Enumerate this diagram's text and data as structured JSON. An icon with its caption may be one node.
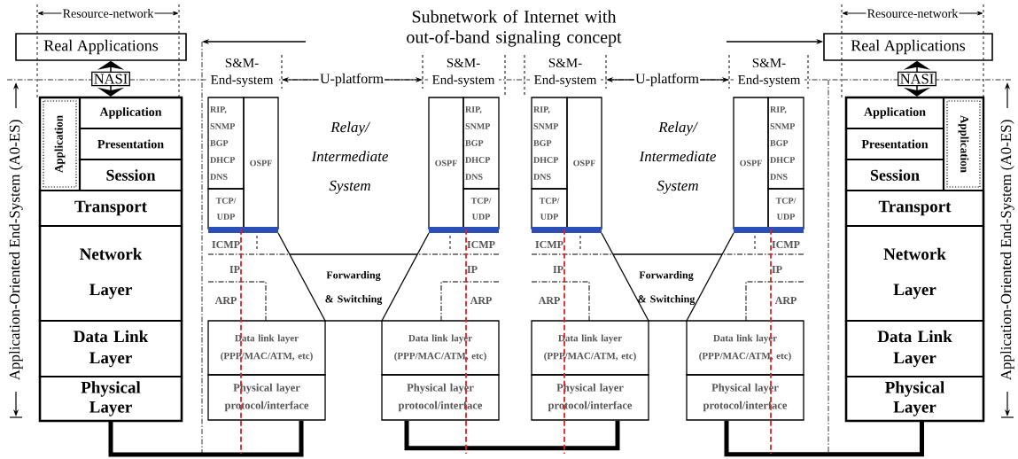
{
  "diagram": {
    "title": "Subnetwork of Internet with out-of-band signaling concept",
    "nodes": [
      {
        "text": [
          "Real Applications"
        ]
      },
      {
        "text": [
          "Application"
        ]
      },
      {
        "text": [
          "Application"
        ]
      },
      {
        "text": [
          "Presentation"
        ]
      },
      {
        "text": [
          "Session"
        ]
      },
      {
        "text": [
          "Transport"
        ]
      },
      {
        "text": [
          "Network Layer"
        ]
      },
      {
        "text": [
          "Data Link Layer"
        ]
      },
      {
        "text": [
          "Physical Layer"
        ]
      },
      {
        "text": [
          "RIP, SNMP BGP DHCP DNS"
        ]
      },
      {
        "text": [
          "OSPF"
        ]
      },
      {
        "text": [
          "TCP/ UDP"
        ]
      },
      {
        "text": [
          "Data link layer (PPP/MAC/ATM, etc)"
        ]
      },
      {
        "text": [
          "Physical layer protocol/interface"
        ]
      },
      {
        "text": [
          "OSPF"
        ]
      },
      {
        "text": [
          "RIP, SNMP BGP DHCP DNS"
        ]
      },
      {
        "text": [
          "TCP/ UDP"
        ]
      },
      {
        "text": [
          "Data link layer (PPP/MAC/ATM, etc)"
        ]
      },
      {
        "text": [
          "Physical layer protocol/interface"
        ]
      },
      {
        "text": [
          "RIP, SNMP BGP DHCP DNS"
        ]
      },
      {
        "text": [
          "OSPF"
        ]
      },
      {
        "text": [
          "TCP/ UDP"
        ]
      },
      {
        "text": [
          "Data link layer (PPP/MAC/ATM, etc)"
        ]
      },
      {
        "text": [
          "Physical layer protocol/interface"
        ]
      },
      {
        "text": [
          "OSPF"
        ]
      },
      {
        "text": [
          "RIP, SNMP BGP DHCP DNS"
        ]
      },
      {
        "text": [
          "TCP/ UDP"
        ]
      },
      {
        "text": [
          "Data link layer (PPP/MAC/ATM, etc)"
        ]
      },
      {
        "text": [
          "Physical layer protocol/interface"
        ]
      },
      {
        "text": [
          "Real Applications"
        ]
      },
      {
        "text": [
          "Application"
        ]
      },
      {
        "text": [
          "Presentation"
        ]
      },
      {
        "text": [
          "Session"
        ]
      },
      {
        "text": [
          "Application"
        ]
      },
      {
        "text": [
          "Transport"
        ]
      },
      {
        "text": [
          "Network Layer"
        ]
      },
      {
        "text": [
          "Data Link Layer"
        ]
      },
      {
        "text": [
          "Physical Layer"
        ]
      }
    ],
    "edges": [
      {
        "from": 8,
        "to": 13,
        "arrow": "none",
        "style": "thick"
      },
      {
        "from": 18,
        "to": 23,
        "arrow": "none",
        "style": "thick"
      },
      {
        "from": 28,
        "to": 37,
        "arrow": "none",
        "style": "thick"
      },
      {
        "from": null,
        "to": 29,
        "arrow": "to"
      },
      {
        "from": 0,
        "to": 2,
        "arrow": "both",
        "label": "NASI"
      },
      {
        "from": 29,
        "to": 30,
        "arrow": "both",
        "label": "NASI"
      },
      {
        "from": 11,
        "to": null,
        "arrow": "none",
        "style": "dashed",
        "color": "#e02020"
      },
      {
        "from": 16,
        "to": null,
        "arrow": "none",
        "style": "dashed",
        "color": "#e02020"
      },
      {
        "from": 21,
        "to": null,
        "arrow": "none",
        "style": "dashed",
        "color": "#e02020"
      },
      {
        "from": 26,
        "to": null,
        "arrow": "none",
        "style": "dashed",
        "color": "#e02020"
      }
    ],
    "labels": [
      "Resource-network",
      "Resource-network",
      "S&M- End-system",
      "S&M- End-system",
      "S&M- End-system",
      "S&M- End-system",
      "U-platform",
      "U-platform",
      "Application-Oriented End-System (A0-ES)",
      "Application-Oriented End-System (A0-ES)",
      "Relay/ Intermediate System",
      "Relay/ Intermediate System",
      "Forwarding & Switching",
      "Forwarding & Switching",
      "ICMP",
      "IP",
      "ARP",
      "ICMP",
      "IP",
      "ARP",
      "ICMP",
      "IP",
      "ARP",
      "ICMP",
      "IP",
      "ARP"
    ]
  }
}
